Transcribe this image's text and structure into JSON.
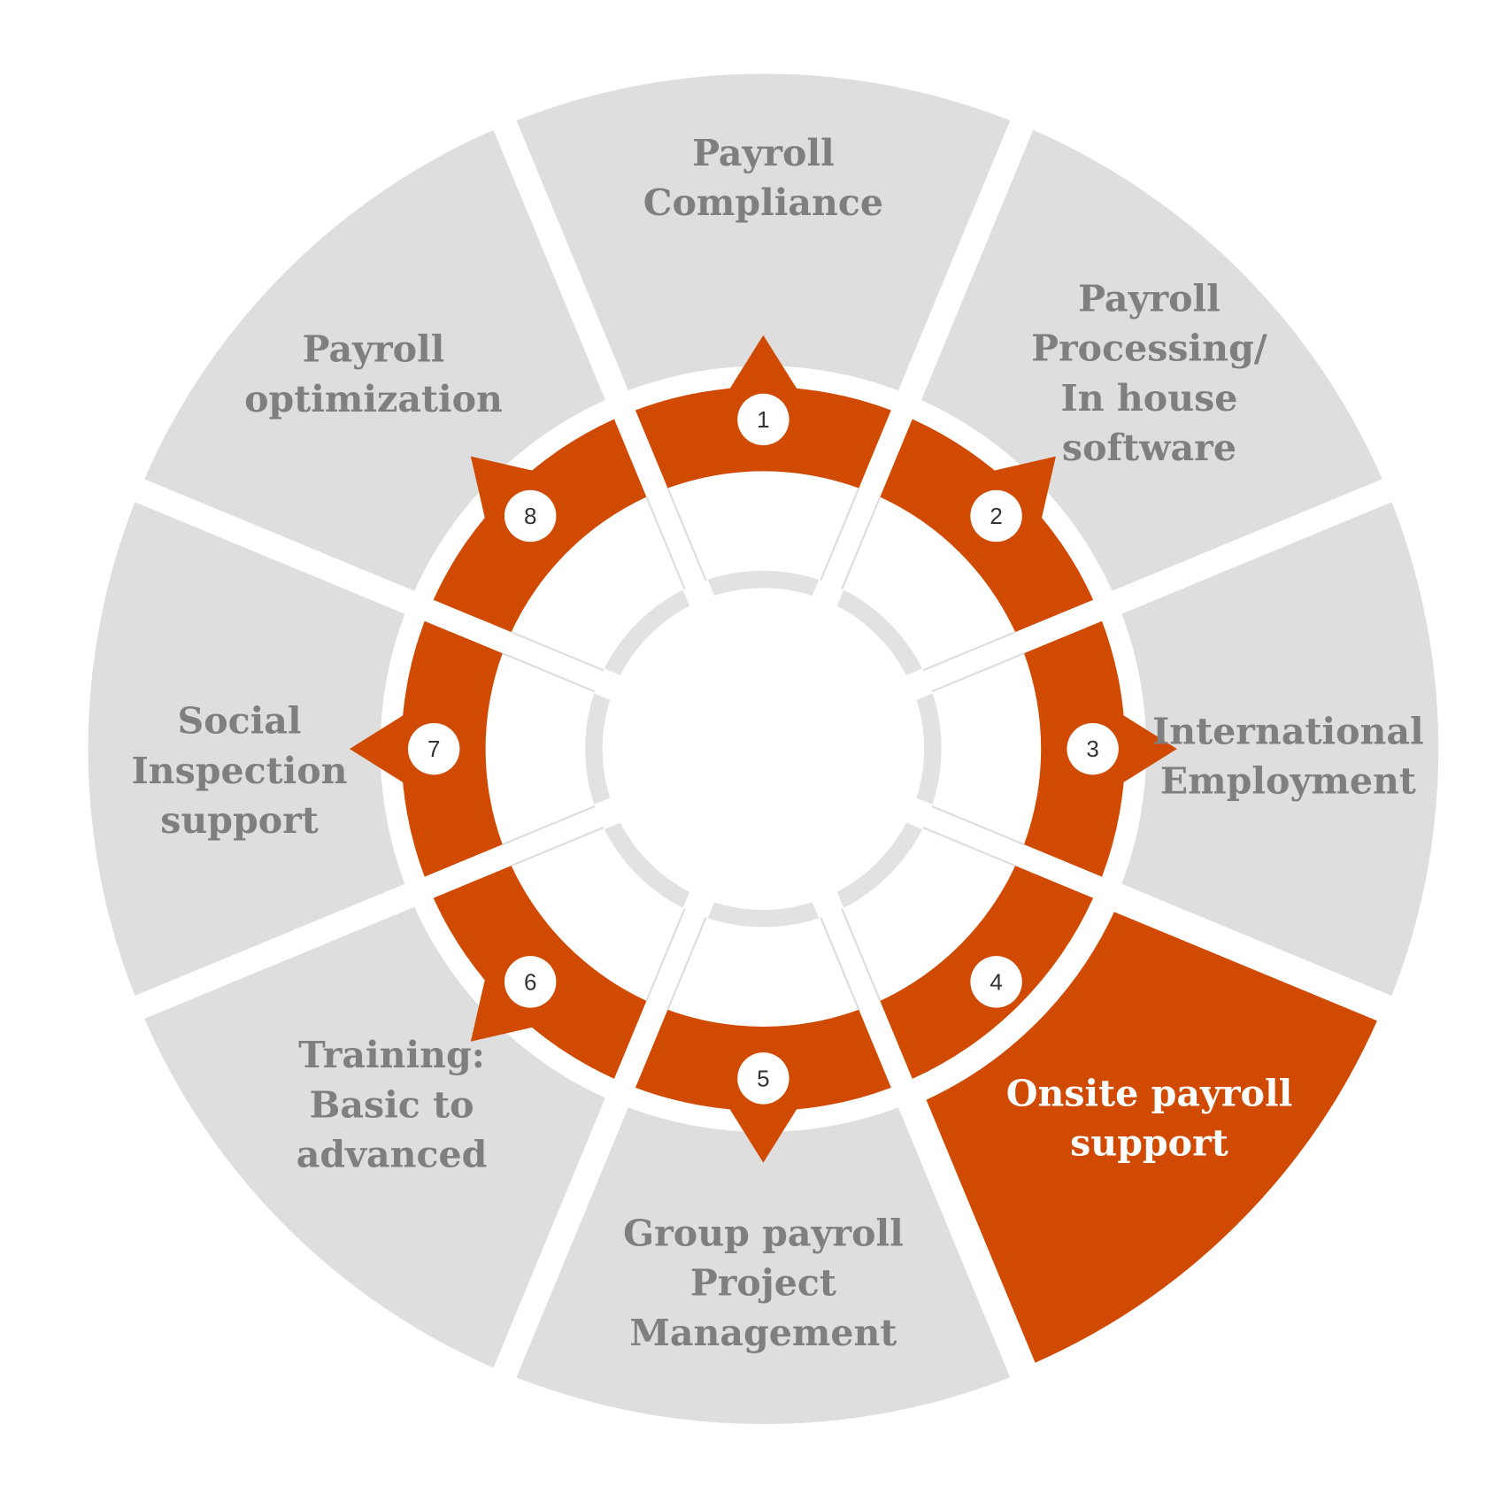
{
  "colors": {
    "segment": "#dedede",
    "accent": "#d04a02",
    "label": "#7f7f7f",
    "highlight_label": "#ffffff",
    "inner_ring": "#e2e2e2"
  },
  "segments": [
    {
      "number": "1",
      "lines": [
        "Payroll",
        "Compliance"
      ],
      "highlighted": false
    },
    {
      "number": "2",
      "lines": [
        "Payroll",
        "Processing/",
        "In house",
        "software"
      ],
      "highlighted": false
    },
    {
      "number": "3",
      "lines": [
        "International",
        "Employment"
      ],
      "highlighted": false
    },
    {
      "number": "4",
      "lines": [
        "Onsite payroll",
        "support"
      ],
      "highlighted": true
    },
    {
      "number": "5",
      "lines": [
        "Group payroll",
        "Project",
        "Management"
      ],
      "highlighted": false
    },
    {
      "number": "6",
      "lines": [
        "Training:",
        "Basic to",
        "advanced"
      ],
      "highlighted": false
    },
    {
      "number": "7",
      "lines": [
        "Social",
        "Inspection",
        "support"
      ],
      "highlighted": false
    },
    {
      "number": "8",
      "lines": [
        "Payroll",
        "optimization"
      ],
      "highlighted": false
    }
  ]
}
